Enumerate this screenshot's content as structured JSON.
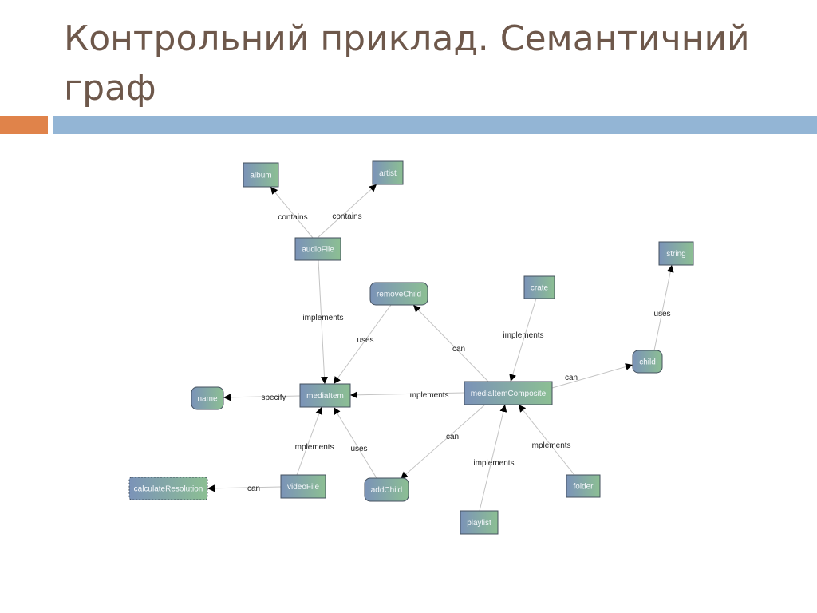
{
  "slide": {
    "title": "Контрольний приклад. Семантичний граф",
    "colors": {
      "title": "#6e584b",
      "accent_bar": "#e0834a",
      "rule_bar": "#93b5d5"
    }
  },
  "graph": {
    "colors": {
      "node_fill_start": "#7b93b8",
      "node_fill_end": "#8cbf93",
      "node_border": "#44515f",
      "edge": "#c3c3c3",
      "arrow": "#000000"
    },
    "nodes": [
      {
        "id": "album",
        "label": "album",
        "shape": "rect"
      },
      {
        "id": "artist",
        "label": "artist",
        "shape": "rect"
      },
      {
        "id": "audioFile",
        "label": "audioFile",
        "shape": "rect"
      },
      {
        "id": "removeChild",
        "label": "removeChild",
        "shape": "rounded"
      },
      {
        "id": "crate",
        "label": "crate",
        "shape": "rect"
      },
      {
        "id": "string",
        "label": "string",
        "shape": "rect"
      },
      {
        "id": "child",
        "label": "child",
        "shape": "rounded"
      },
      {
        "id": "name",
        "label": "name",
        "shape": "rounded"
      },
      {
        "id": "mediaItem",
        "label": "mediaItem",
        "shape": "rect"
      },
      {
        "id": "mediaItemComposite",
        "label": "mediaItemComposite",
        "shape": "rect"
      },
      {
        "id": "calculateResolution",
        "label": "calculateResolution",
        "shape": "rounded-dashed"
      },
      {
        "id": "videoFile",
        "label": "videoFile",
        "shape": "rect"
      },
      {
        "id": "addChild",
        "label": "addChild",
        "shape": "rounded"
      },
      {
        "id": "folder",
        "label": "folder",
        "shape": "rect"
      },
      {
        "id": "playlist",
        "label": "playlist",
        "shape": "rect"
      }
    ],
    "edges": [
      {
        "from": "audioFile",
        "to": "album",
        "label": "contains"
      },
      {
        "from": "audioFile",
        "to": "artist",
        "label": "contains"
      },
      {
        "from": "audioFile",
        "to": "mediaItem",
        "label": "implements"
      },
      {
        "from": "removeChild",
        "to": "mediaItem",
        "label": "uses"
      },
      {
        "from": "mediaItemComposite",
        "to": "removeChild",
        "label": "can"
      },
      {
        "from": "crate",
        "to": "mediaItemComposite",
        "label": "implements"
      },
      {
        "from": "child",
        "to": "string",
        "label": "uses"
      },
      {
        "from": "mediaItemComposite",
        "to": "child",
        "label": "can"
      },
      {
        "from": "mediaItem",
        "to": "name",
        "label": "specify"
      },
      {
        "from": "mediaItemComposite",
        "to": "mediaItem",
        "label": "implements"
      },
      {
        "from": "videoFile",
        "to": "mediaItem",
        "label": "implements"
      },
      {
        "from": "addChild",
        "to": "mediaItem",
        "label": "uses"
      },
      {
        "from": "mediaItemComposite",
        "to": "addChild",
        "label": "can"
      },
      {
        "from": "videoFile",
        "to": "calculateResolution",
        "label": "can"
      },
      {
        "from": "playlist",
        "to": "mediaItemComposite",
        "label": "implements"
      },
      {
        "from": "folder",
        "to": "mediaItemComposite",
        "label": "implements"
      }
    ]
  }
}
